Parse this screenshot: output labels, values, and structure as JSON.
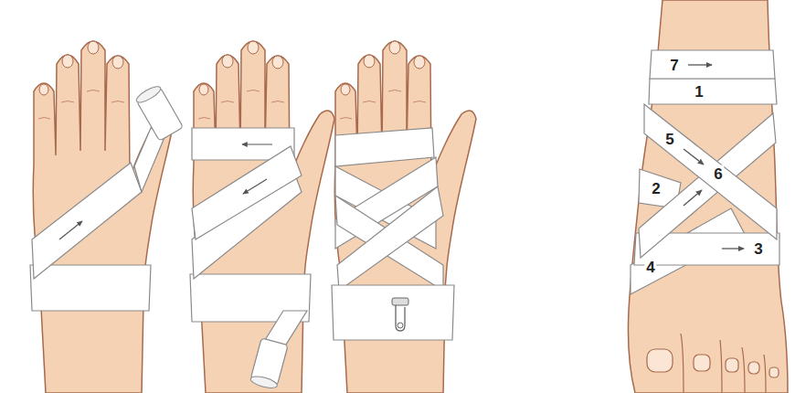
{
  "diagram": {
    "labels": [
      "7",
      "1",
      "5",
      "2",
      "6",
      "3",
      "4"
    ]
  }
}
